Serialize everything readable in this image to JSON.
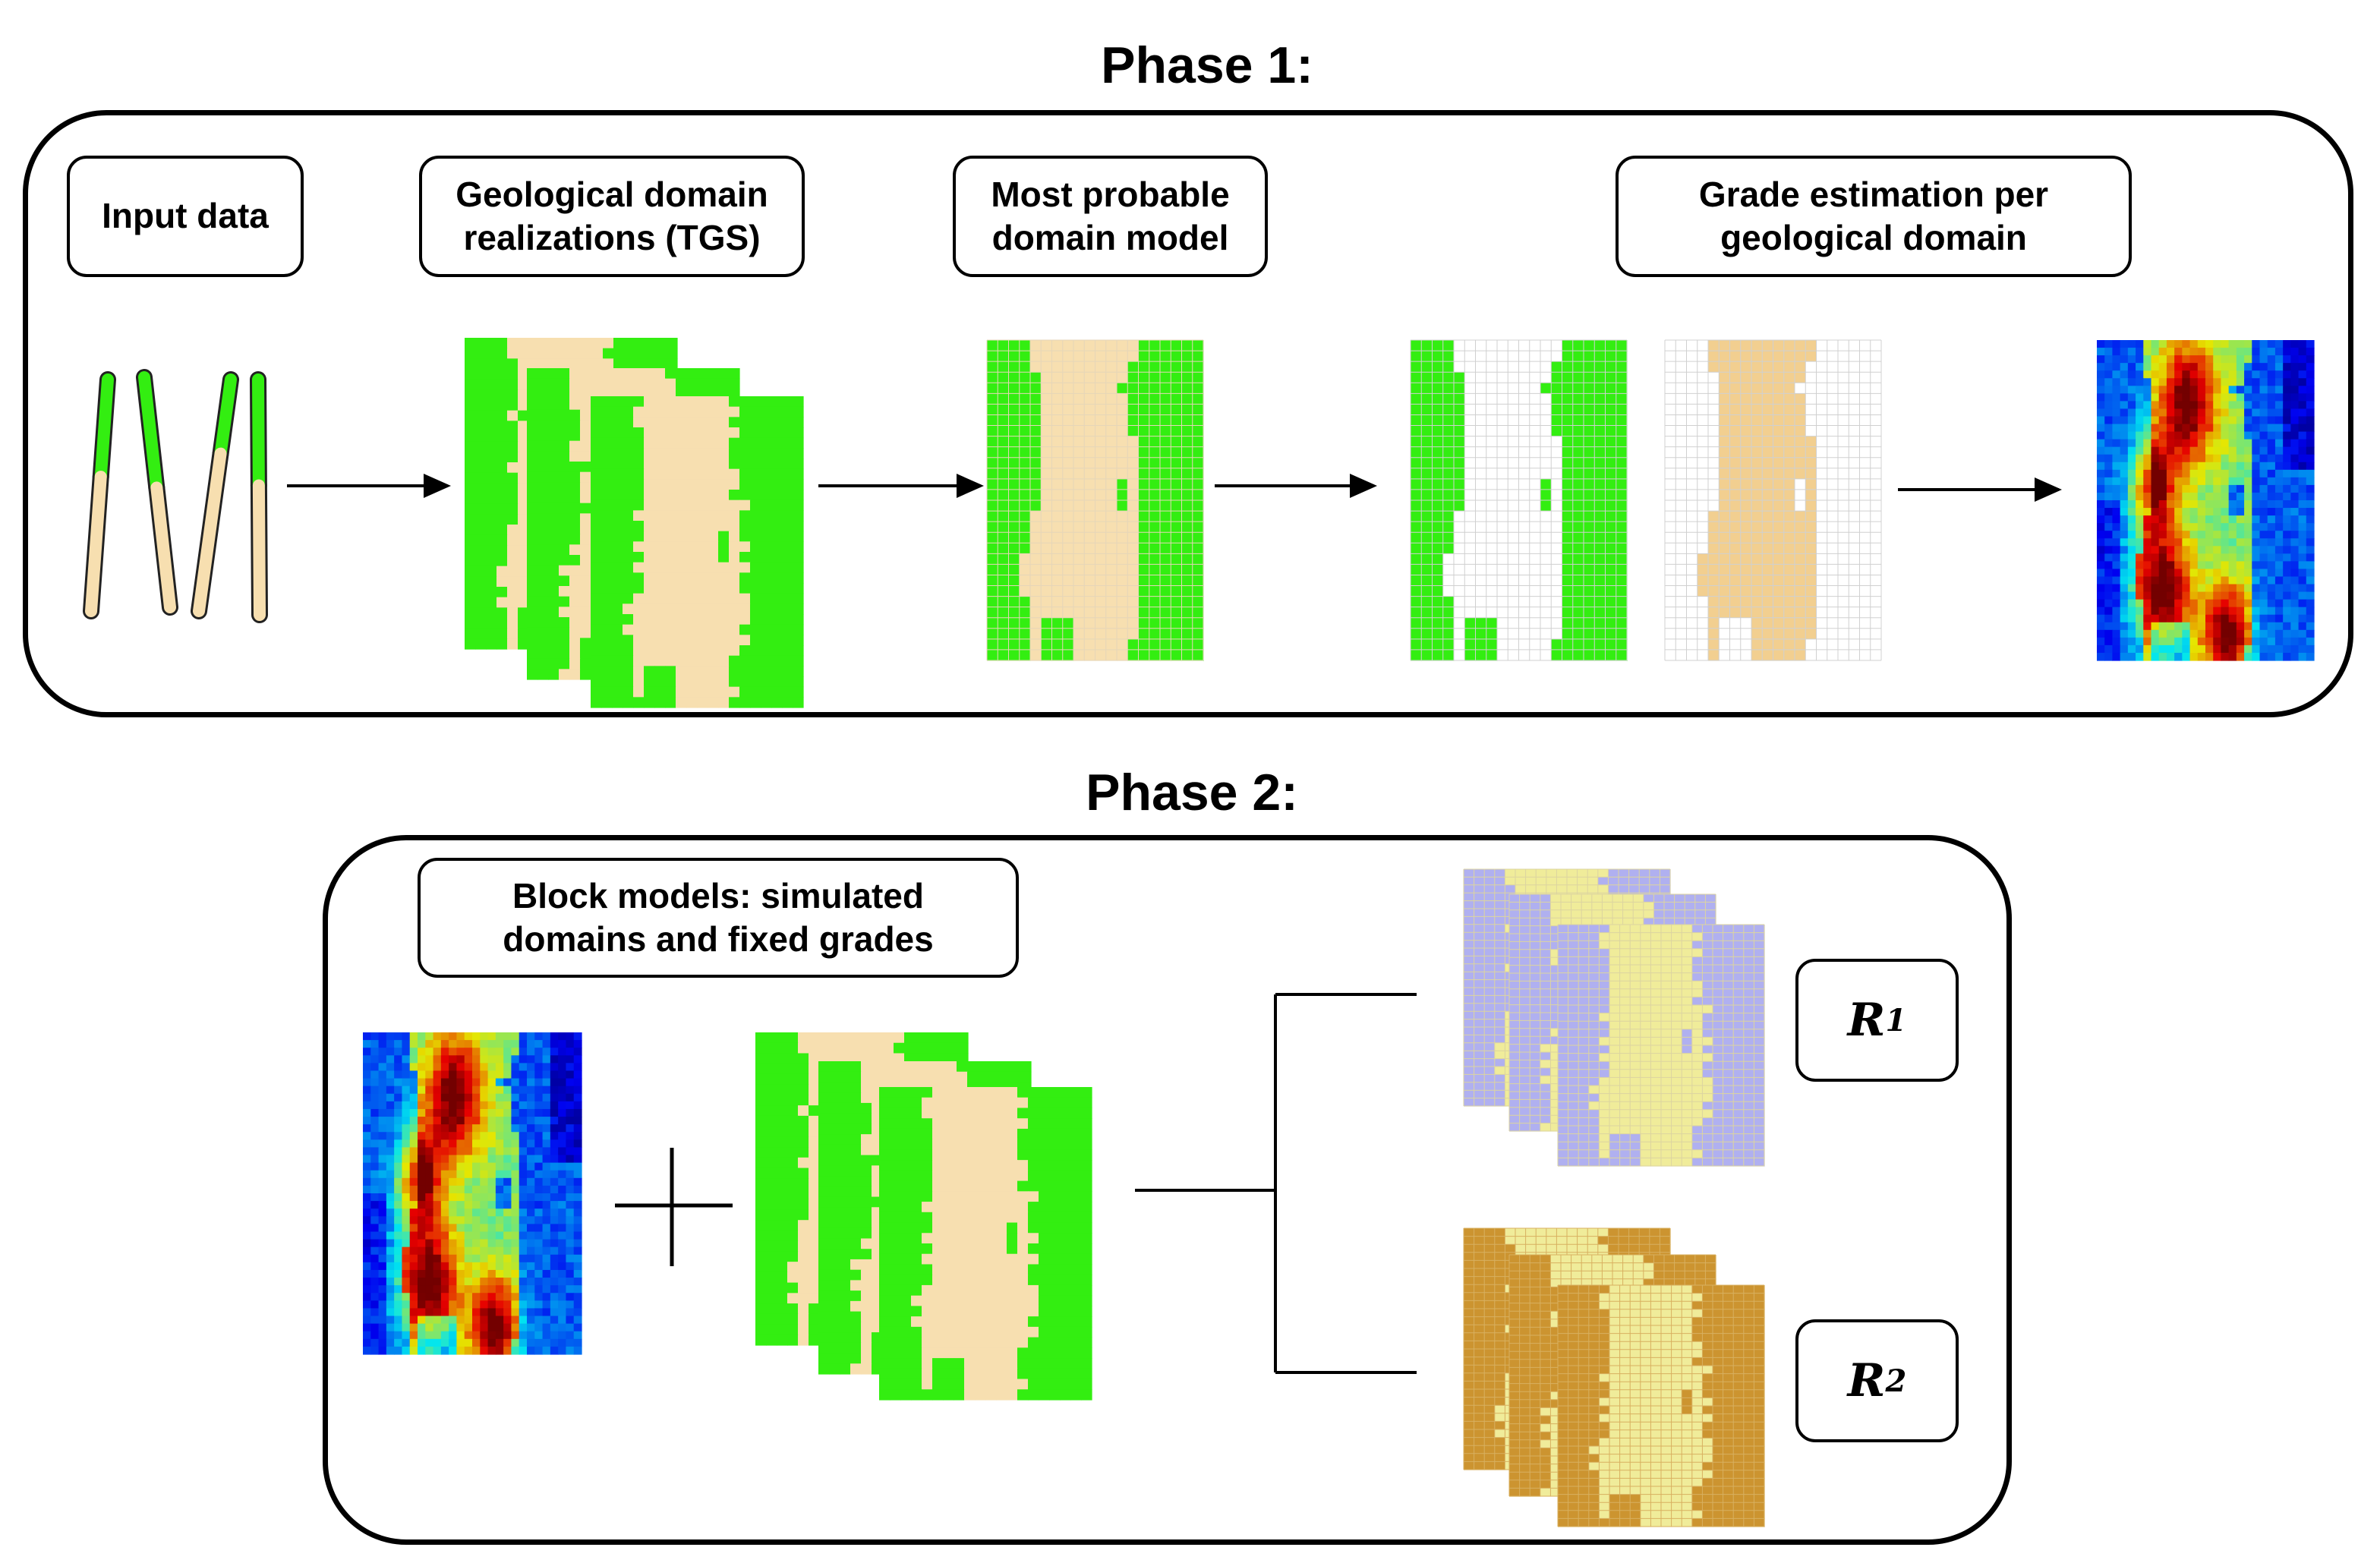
{
  "phase1": {
    "title": "Phase 1:",
    "labels": {
      "input": "Input data",
      "realizations": "Geological domain\nrealizations (TGS)",
      "probable": "Most probable\ndomain model",
      "grade": "Grade estimation per\ngeological domain"
    }
  },
  "phase2": {
    "title": "Phase 2:",
    "label": "Block models: simulated\ndomains and fixed grades",
    "r1": {
      "symbol": "R",
      "subscript": "1"
    },
    "r2": {
      "symbol": "R",
      "subscript": "2"
    }
  },
  "colors": {
    "green": "#33ee11",
    "beige": "#f7dfb0",
    "tan": "#f2cf90",
    "lavender": "#b0b0f0",
    "pale_yellow": "#f0ec9a",
    "ochre": "#cc9430",
    "grade_low": "#3050ff",
    "grade_high": "#cc2200"
  }
}
